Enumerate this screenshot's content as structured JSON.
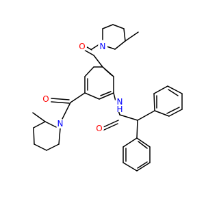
{
  "molecule": {
    "atoms": {
      "o_top": {
        "element": "O",
        "label": "O",
        "color": "#ff0000"
      },
      "n_top": {
        "element": "N",
        "label": "N",
        "color": "#0000ff"
      },
      "o_left": {
        "element": "O",
        "label": "O",
        "color": "#ff0000"
      },
      "n_left": {
        "element": "N",
        "label": "N",
        "color": "#0000ff"
      },
      "nh_amide": {
        "element": "N",
        "label": "N",
        "label_h": "H",
        "color": "#0000ff"
      },
      "o_amide": {
        "element": "O",
        "label": "O",
        "color": "#ff0000"
      }
    },
    "bond_color": "#000000"
  }
}
